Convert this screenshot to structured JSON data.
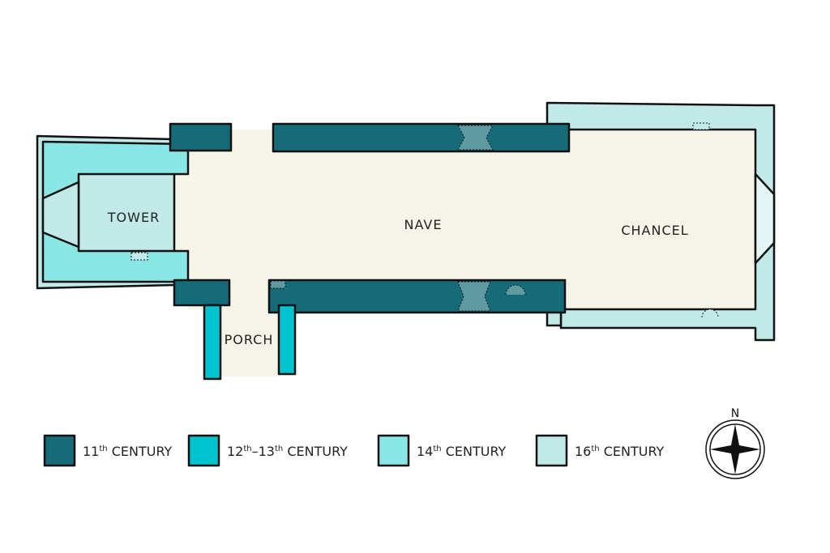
{
  "title": "Church floor plan by century",
  "rooms": {
    "tower": "TOWER",
    "nave": "NAVE",
    "chancel": "CHANCEL",
    "porch": "PORCH"
  },
  "legend": [
    {
      "num": "11",
      "sup": "th",
      "rest": " CENTURY",
      "color": "#156b78"
    },
    {
      "num": "12",
      "sup": "th",
      "mid": "–13",
      "sup2": "th",
      "rest": " CENTURY",
      "color": "#00c3d0"
    },
    {
      "num": "14",
      "sup": "th",
      "rest": " CENTURY",
      "color": "#8ae5e5"
    },
    {
      "num": "16",
      "sup": "th",
      "rest": " CENTURY",
      "color": "#c0e9e8"
    }
  ],
  "compass": {
    "north": "N"
  },
  "colors": {
    "floor": "#f6f4e8",
    "window": "#5e9aa0"
  }
}
